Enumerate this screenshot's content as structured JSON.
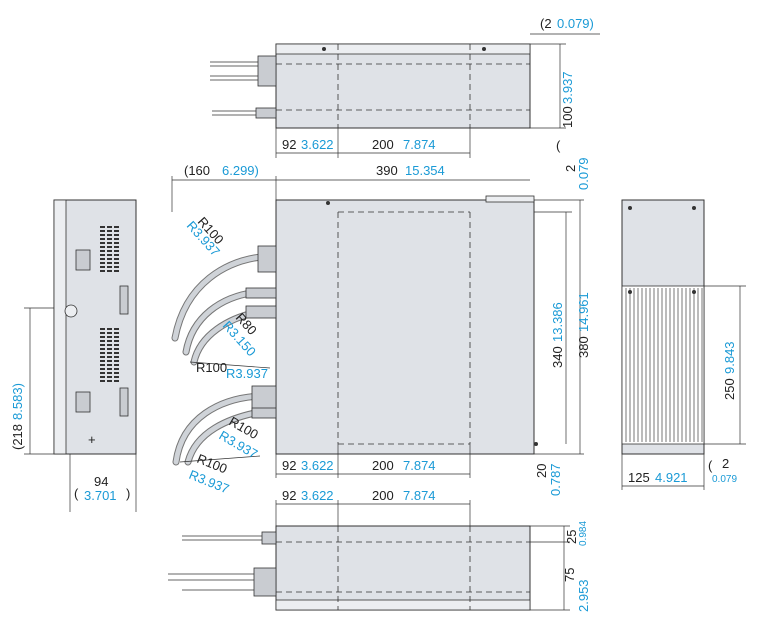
{
  "dimensions": {
    "top_gap": {
      "mm": "(2",
      "inch": "0.079)"
    },
    "top_height": {
      "mm": "100",
      "inch": "3.937"
    },
    "top_left": {
      "mm": "92",
      "inch": "3.622"
    },
    "top_center": {
      "mm": "200",
      "inch": "7.874"
    },
    "cable_len": {
      "mm": "(160",
      "inch": "6.299)"
    },
    "width": {
      "mm": "390",
      "inch": "15.354"
    },
    "gap_right": {
      "mm": "2",
      "inch": "0.079"
    },
    "inner_h": {
      "mm": "340",
      "inch": "13.386"
    },
    "outer_h": {
      "mm": "380",
      "inch": "14.961"
    },
    "front_left": {
      "mm": "92",
      "inch": "3.622"
    },
    "front_center": {
      "mm": "200",
      "inch": "7.874"
    },
    "front_bottom": {
      "mm": "20",
      "inch": "0.787"
    },
    "side_h": {
      "mm": "(218",
      "inch": "8.583)"
    },
    "side_w": {
      "mm": "94",
      "inch": "3.701"
    },
    "right_fin_h": {
      "mm": "250",
      "inch": "9.843"
    },
    "right_w": {
      "mm": "125",
      "inch": "4.921"
    },
    "right_gap": {
      "mm": "2",
      "inch": "0.079"
    },
    "bottom_left": {
      "mm": "92",
      "inch": "3.622"
    },
    "bottom_center": {
      "mm": "200",
      "inch": "7.874"
    },
    "bottom_25": {
      "mm": "25",
      "inch": "0.984"
    },
    "bottom_75": {
      "mm": "75",
      "inch": "2.953"
    }
  },
  "radii": {
    "r1": {
      "mm": "R100",
      "inch": "R3.937"
    },
    "r2": {
      "mm": "R80",
      "inch": "R3.150"
    },
    "r3": {
      "mm": "R100",
      "inch": "R3.937"
    },
    "r4": {
      "mm": "R100",
      "inch": "R3.937"
    },
    "r5": {
      "mm": "R100",
      "inch": "R3.937"
    }
  }
}
